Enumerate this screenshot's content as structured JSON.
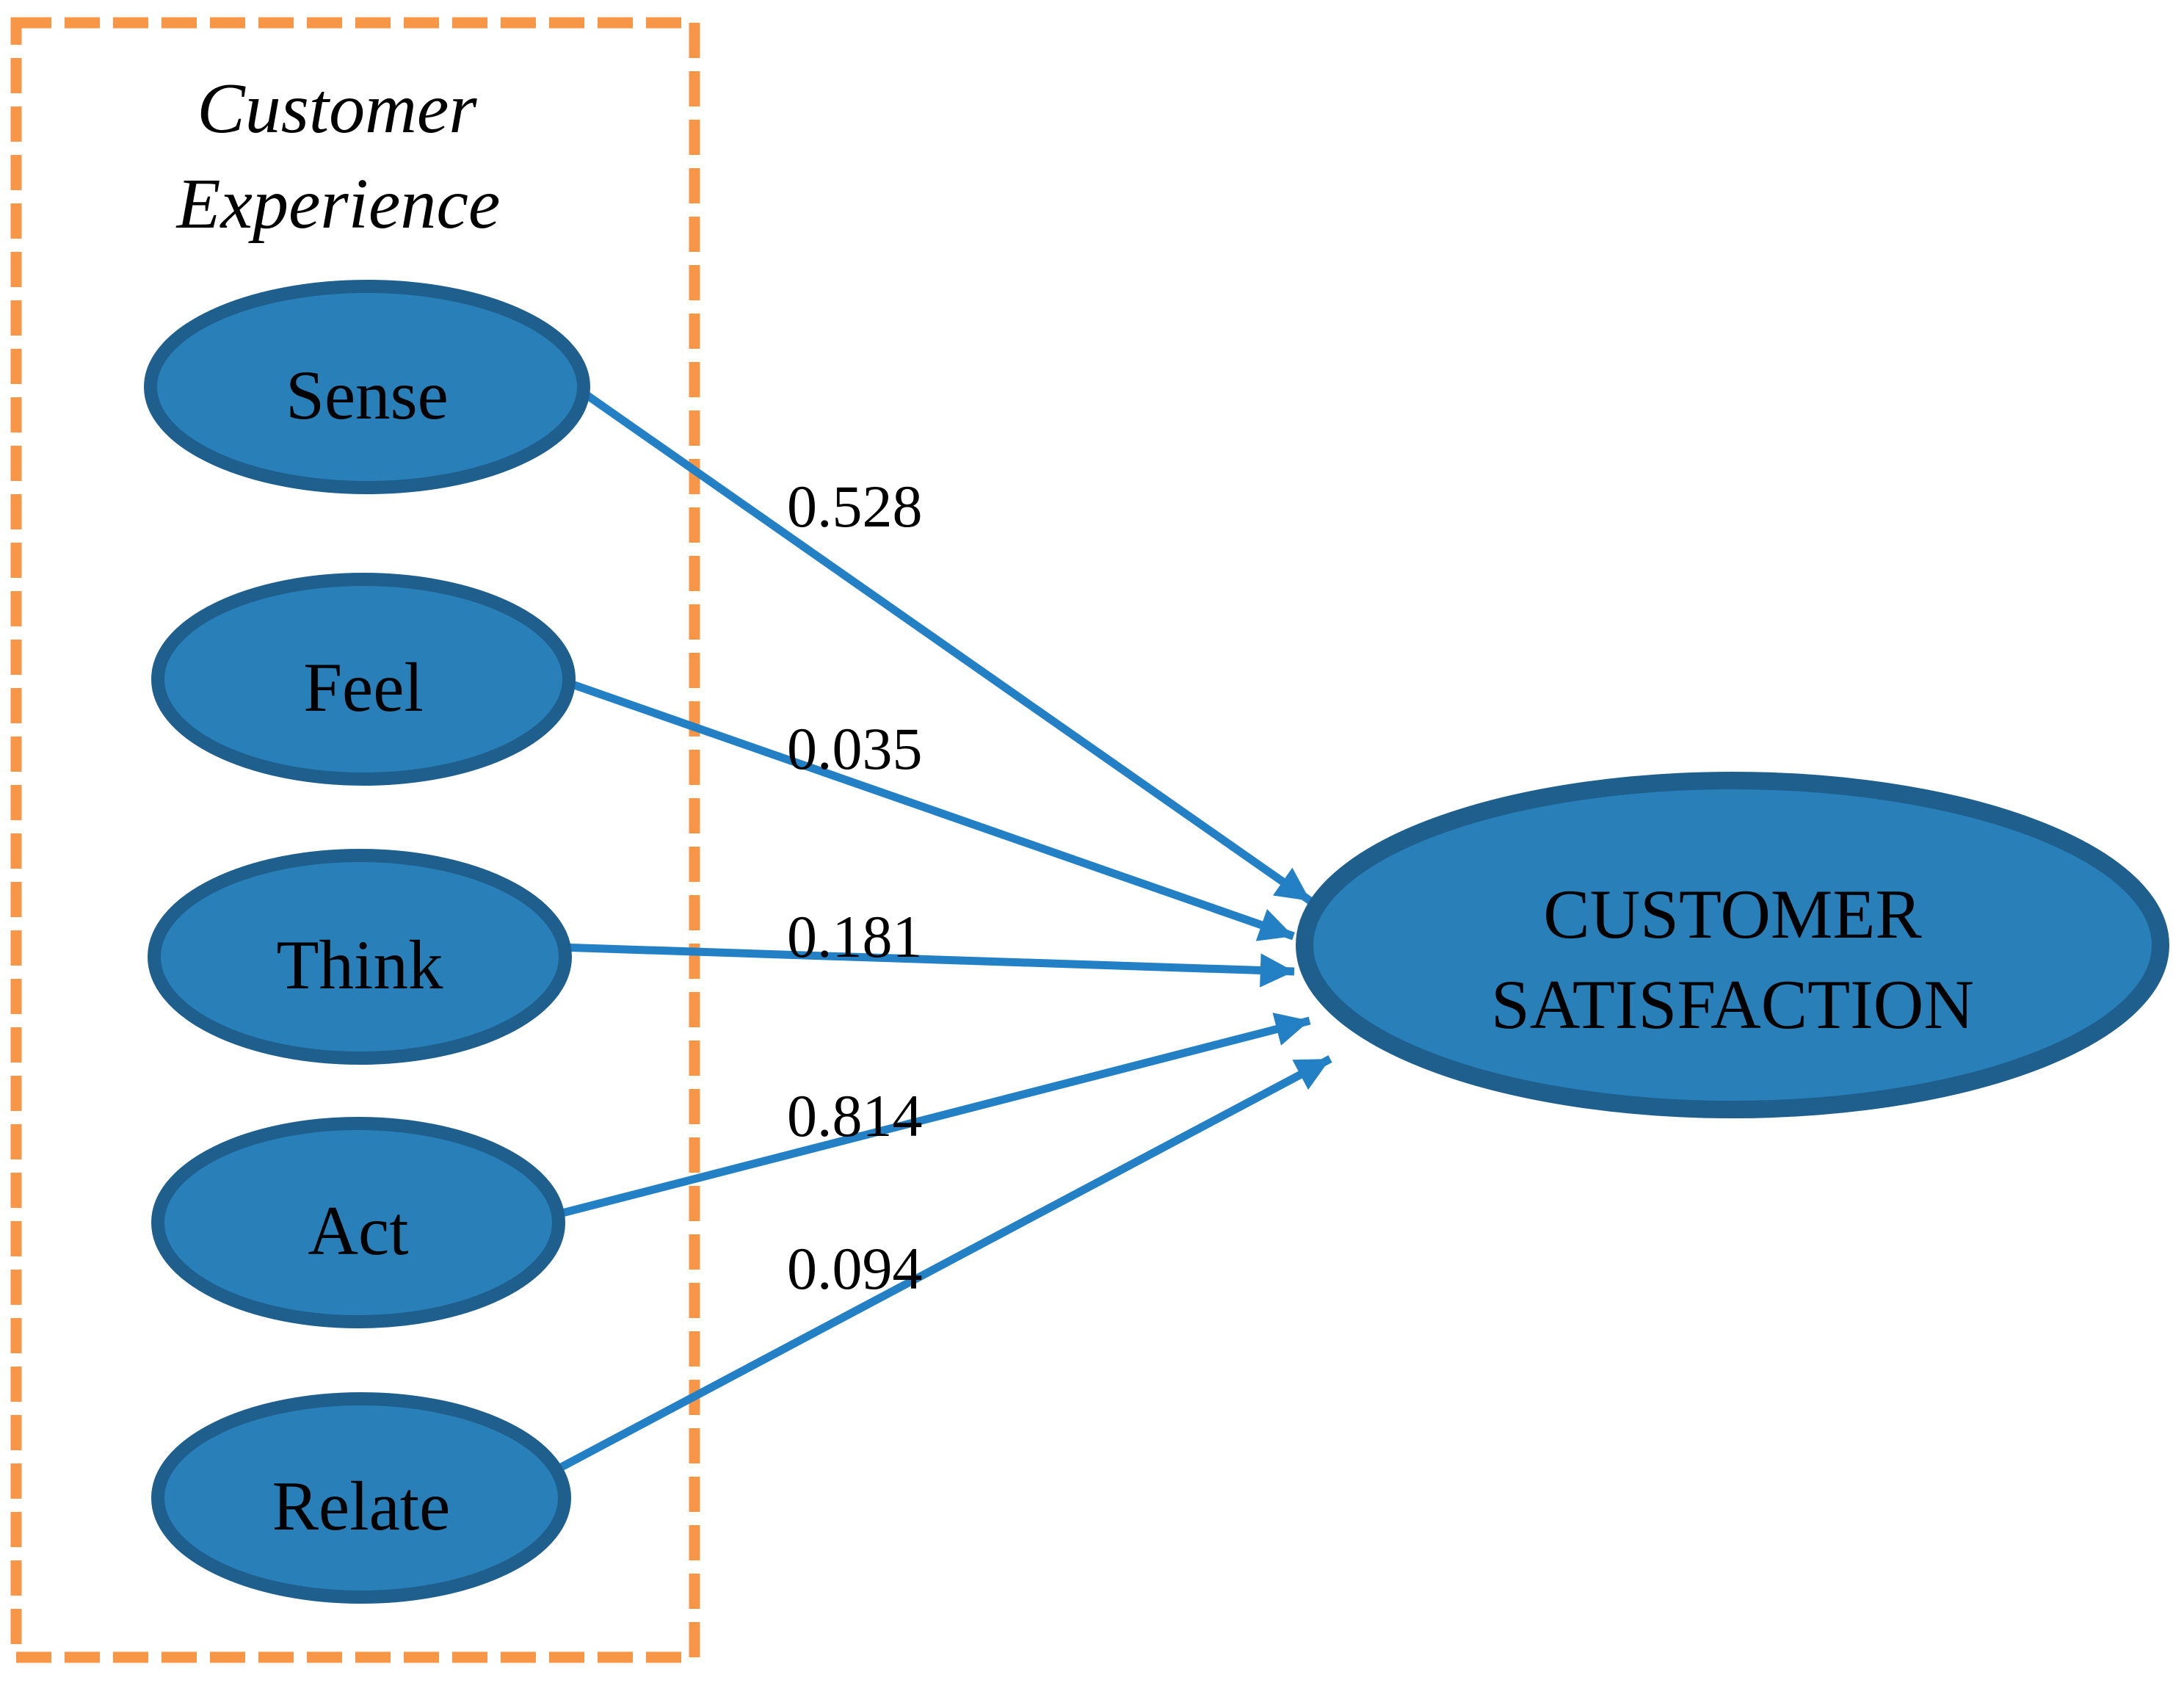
{
  "diagram": {
    "group_box": {
      "title_line1": "Customer",
      "title_line2": "Experience"
    },
    "nodes": [
      {
        "label": "Sense",
        "coefficient": "0.528"
      },
      {
        "label": "Feel",
        "coefficient": "0.035"
      },
      {
        "label": "Think",
        "coefficient": "0.181"
      },
      {
        "label": "Act",
        "coefficient": "0.814"
      },
      {
        "label": "Relate",
        "coefficient": "0.094"
      }
    ],
    "target": {
      "label_line1": "CUSTOMER",
      "label_line2": "SATISFACTION"
    },
    "colors": {
      "node_fill": "#2980B9",
      "node_border": "#1E5F8E",
      "arrow": "#2380C4",
      "box_border": "#F79646",
      "text": "#000000"
    }
  }
}
